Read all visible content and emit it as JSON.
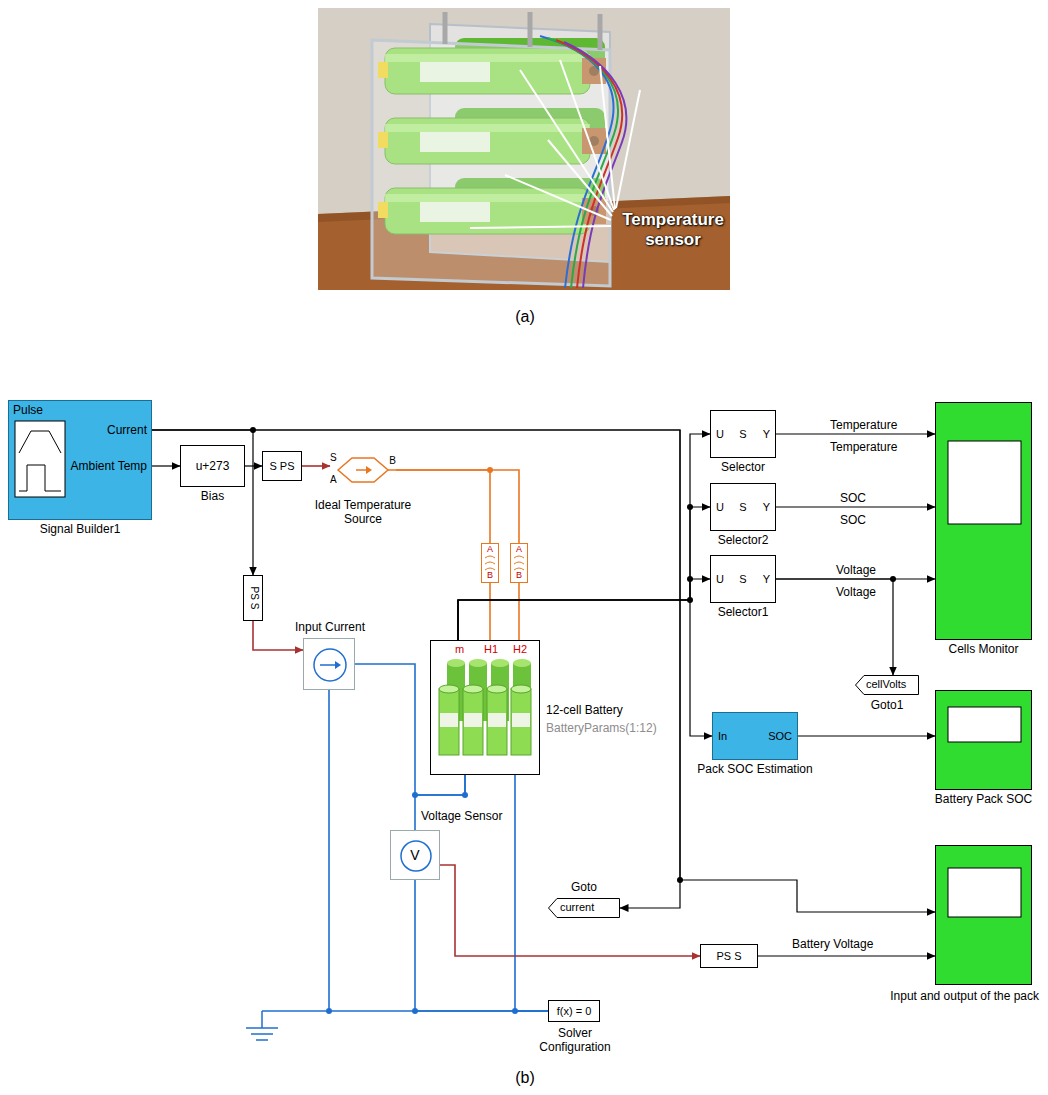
{
  "diagram": {
    "nodes": [
      {
        "text": [
          "Pulse",
          "Current",
          "Ambient Temp",
          "Signal Builder1"
        ]
      },
      {
        "text": [
          "u+273",
          "Bias"
        ]
      },
      {
        "text": [
          "S PS"
        ]
      },
      {
        "text": [
          "S",
          "A",
          "B",
          "Ideal Temperature Source"
        ]
      },
      {
        "text": [
          "A",
          "B"
        ]
      },
      {
        "text": [
          "A",
          "B"
        ]
      },
      {
        "text": [
          "PS S"
        ]
      },
      {
        "text": [
          "Input Current"
        ]
      },
      {
        "text": [
          "m",
          "H1",
          "H2",
          "12-cell Battery",
          "BatteryParams(1:12)"
        ]
      },
      {
        "text": [
          "V",
          "Voltage Sensor"
        ]
      },
      {
        "text": [
          "U",
          "S",
          "Y",
          "Selector"
        ]
      },
      {
        "text": [
          "U",
          "S",
          "Y",
          "Selector2"
        ]
      },
      {
        "text": [
          "U",
          "S",
          "Y",
          "Selector1"
        ]
      },
      {
        "text": [
          "Cells Monitor"
        ]
      },
      {
        "text": [
          "cellVolts",
          "Goto1"
        ]
      },
      {
        "text": [
          "In",
          "SOC",
          "Pack SOC Estimation"
        ]
      },
      {
        "text": [
          "Battery Pack SOC"
        ]
      },
      {
        "text": [
          "current",
          "Goto"
        ]
      },
      {
        "text": [
          "f(x) = 0",
          "Solver Configuration"
        ]
      },
      {
        "text": [
          "PS S"
        ]
      },
      {
        "text": [
          "Input and output of the pack"
        ]
      }
    ],
    "edges": [
      {
        "from": 0,
        "to": 1,
        "arrow": "to"
      },
      {
        "from": 1,
        "to": 2,
        "arrow": "to"
      },
      {
        "from": 2,
        "to": 3,
        "arrow": "to"
      },
      {
        "from": 3,
        "to": 4,
        "arrow": "none"
      },
      {
        "from": 3,
        "to": 5,
        "arrow": "none"
      },
      {
        "from": 4,
        "to": 8,
        "arrow": "none"
      },
      {
        "from": 5,
        "to": 8,
        "arrow": "none"
      },
      {
        "from": 0,
        "to": 6,
        "arrow": "to"
      },
      {
        "from": 0,
        "to": 17,
        "arrow": "to"
      },
      {
        "from": 0,
        "to": 20,
        "arrow": "to"
      },
      {
        "from": 6,
        "to": 7,
        "arrow": "to"
      },
      {
        "from": 7,
        "to": 8,
        "arrow": "none"
      },
      {
        "from": 8,
        "to": 9,
        "arrow": "none"
      },
      {
        "from": 7,
        "to": 18,
        "arrow": "none"
      },
      {
        "from": 9,
        "to": 18,
        "arrow": "none"
      },
      {
        "from": 8,
        "to": 18,
        "arrow": "none"
      },
      {
        "from": 8,
        "to": 10,
        "arrow": "to"
      },
      {
        "from": 8,
        "to": 11,
        "arrow": "to"
      },
      {
        "from": 8,
        "to": 12,
        "arrow": "to"
      },
      {
        "from": 8,
        "to": 15,
        "arrow": "to"
      },
      {
        "from": 10,
        "to": 13,
        "arrow": "to"
      },
      {
        "from": 11,
        "to": 13,
        "arrow": "to"
      },
      {
        "from": 12,
        "to": 13,
        "arrow": "to"
      },
      {
        "from": 12,
        "to": 14,
        "arrow": "to"
      },
      {
        "from": 15,
        "to": 16,
        "arrow": "to"
      },
      {
        "from": 9,
        "to": 19,
        "arrow": "to"
      },
      {
        "from": 19,
        "to": 20,
        "arrow": "to"
      }
    ],
    "labels": [
      "Temperature sensor",
      "(a)",
      "Temperature",
      "Temperature",
      "SOC",
      "SOC",
      "Voltage",
      "Voltage",
      "Battery Voltage",
      "(b)"
    ]
  }
}
